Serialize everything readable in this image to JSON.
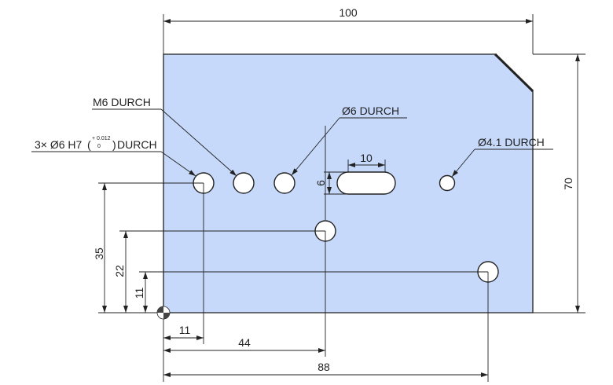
{
  "dimensions": {
    "width": "100",
    "height": "70",
    "y_35": "35",
    "y_22": "22",
    "y_11": "11",
    "x_11": "11",
    "x_44": "44",
    "x_88": "88",
    "slot_length": "10",
    "slot_width": "6"
  },
  "callouts": {
    "m6": "M6 DURCH",
    "dia6": "Ø6 DURCH",
    "dia41": "Ø4.1 DURCH",
    "h7_prefix": "3× Ø6 H7",
    "h7_tol_upper": "+ 0.012",
    "h7_tol_lower": "0",
    "h7_suffix": "DURCH"
  },
  "colors": {
    "plate_fill": "#c6d9fb",
    "line": "#222222"
  }
}
